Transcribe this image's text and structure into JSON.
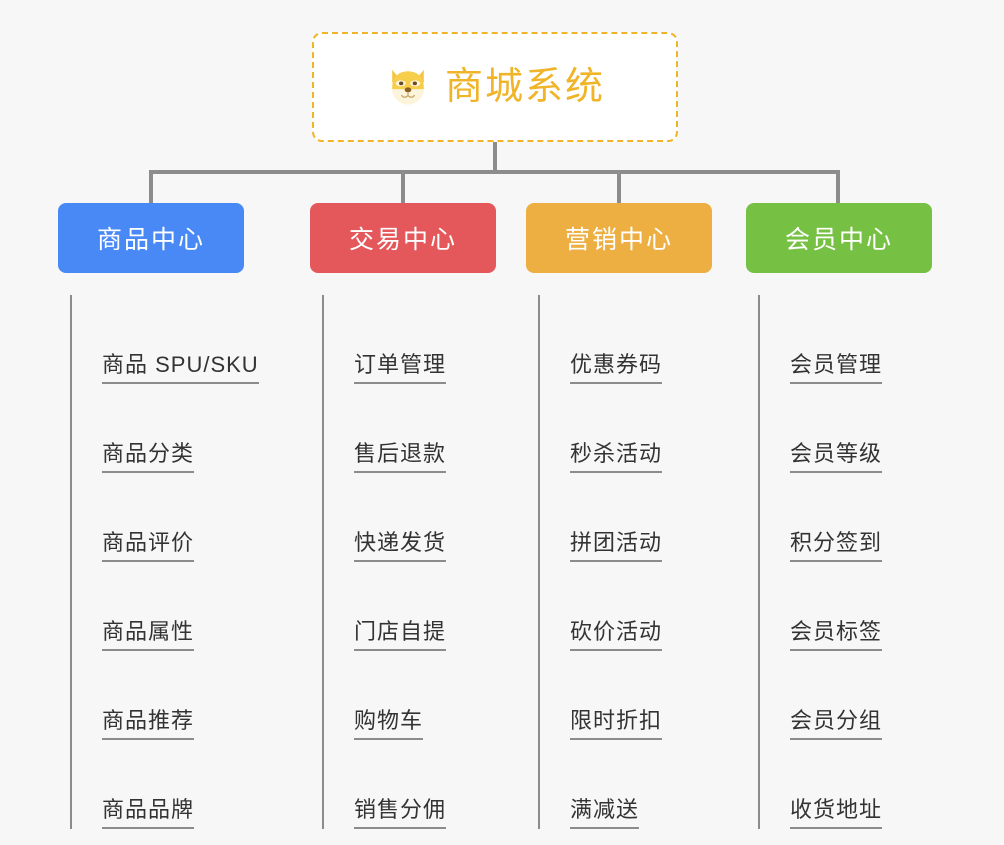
{
  "page": {
    "background_color": "#f7f7f7",
    "type": "mindmap"
  },
  "root": {
    "title": "商城系统",
    "icon": "shiba-dog-icon",
    "border_color": "#f0b429",
    "text_color": "#f0b429",
    "background_color": "#ffffff"
  },
  "connector": {
    "color": "#8c8c8c"
  },
  "branches": [
    {
      "label": "商品中心",
      "color": "#4989f5",
      "items": [
        "商品 SPU/SKU",
        "商品分类",
        "商品评价",
        "商品属性",
        "商品推荐",
        "商品品牌"
      ]
    },
    {
      "label": "交易中心",
      "color": "#e4575a",
      "items": [
        "订单管理",
        "售后退款",
        "快递发货",
        "门店自提",
        "购物车",
        "销售分佣"
      ]
    },
    {
      "label": "营销中心",
      "color": "#edaf42",
      "items": [
        "优惠券码",
        "秒杀活动",
        "拼团活动",
        "砍价活动",
        "限时折扣",
        "满减送"
      ]
    },
    {
      "label": "会员中心",
      "color": "#76c044",
      "items": [
        "会员管理",
        "会员等级",
        "积分签到",
        "会员标签",
        "会员分组",
        "收货地址"
      ]
    }
  ]
}
